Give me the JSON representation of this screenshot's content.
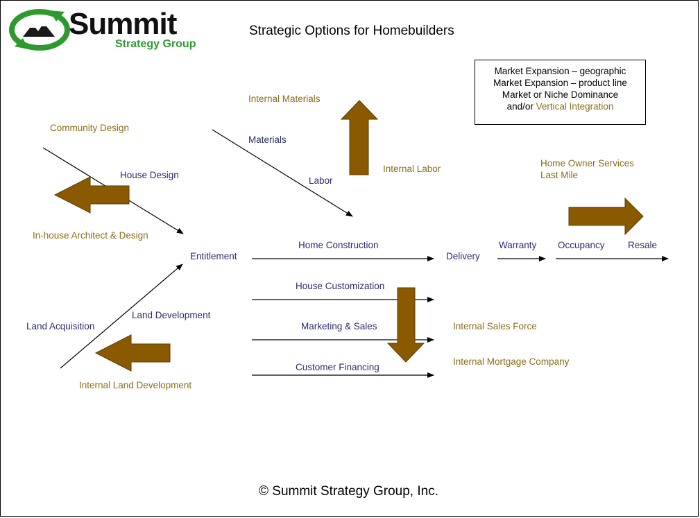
{
  "logo": {
    "name": "Summit",
    "tagline": "Strategy Group",
    "icon": "mountain-swoosh-icon"
  },
  "title": "Strategic Options for Homebuilders",
  "legend": {
    "line1": "Market Expansion – geographic",
    "line2": "Market Expansion – product line",
    "line3": "Market or Niche Dominance",
    "line4_prefix": "and/or ",
    "line4_highlight": "Vertical Integration"
  },
  "labels": {
    "community_design": "Community  Design",
    "house_design": "House Design",
    "inhouse_architect": "In-house Architect & Design",
    "entitlement": "Entitlement",
    "land_acquisition": "Land Acquisition",
    "land_development": "Land Development",
    "internal_land_development": "Internal Land Development",
    "materials": "Materials",
    "labor": "Labor",
    "internal_materials": "Internal Materials",
    "internal_labor": "Internal Labor",
    "home_construction": "Home Construction",
    "house_customization": "House Customization",
    "marketing_sales": "Marketing & Sales",
    "customer_financing": "Customer Financing",
    "delivery": "Delivery",
    "warranty": "Warranty",
    "occupancy": "Occupancy",
    "resale": "Resale",
    "home_owner_services": "Home Owner Services",
    "last_mile": "Last Mile",
    "internal_sales_force": "Internal Sales Force",
    "internal_mortgage_company": "Internal Mortgage Company"
  },
  "colors": {
    "label_dark": "#2b2b6e",
    "label_gold": "#8a6d1a",
    "block_arrow": "#8b5a00",
    "logo_green": "#2e9a2e"
  },
  "footer": "© Summit Strategy Group, Inc."
}
